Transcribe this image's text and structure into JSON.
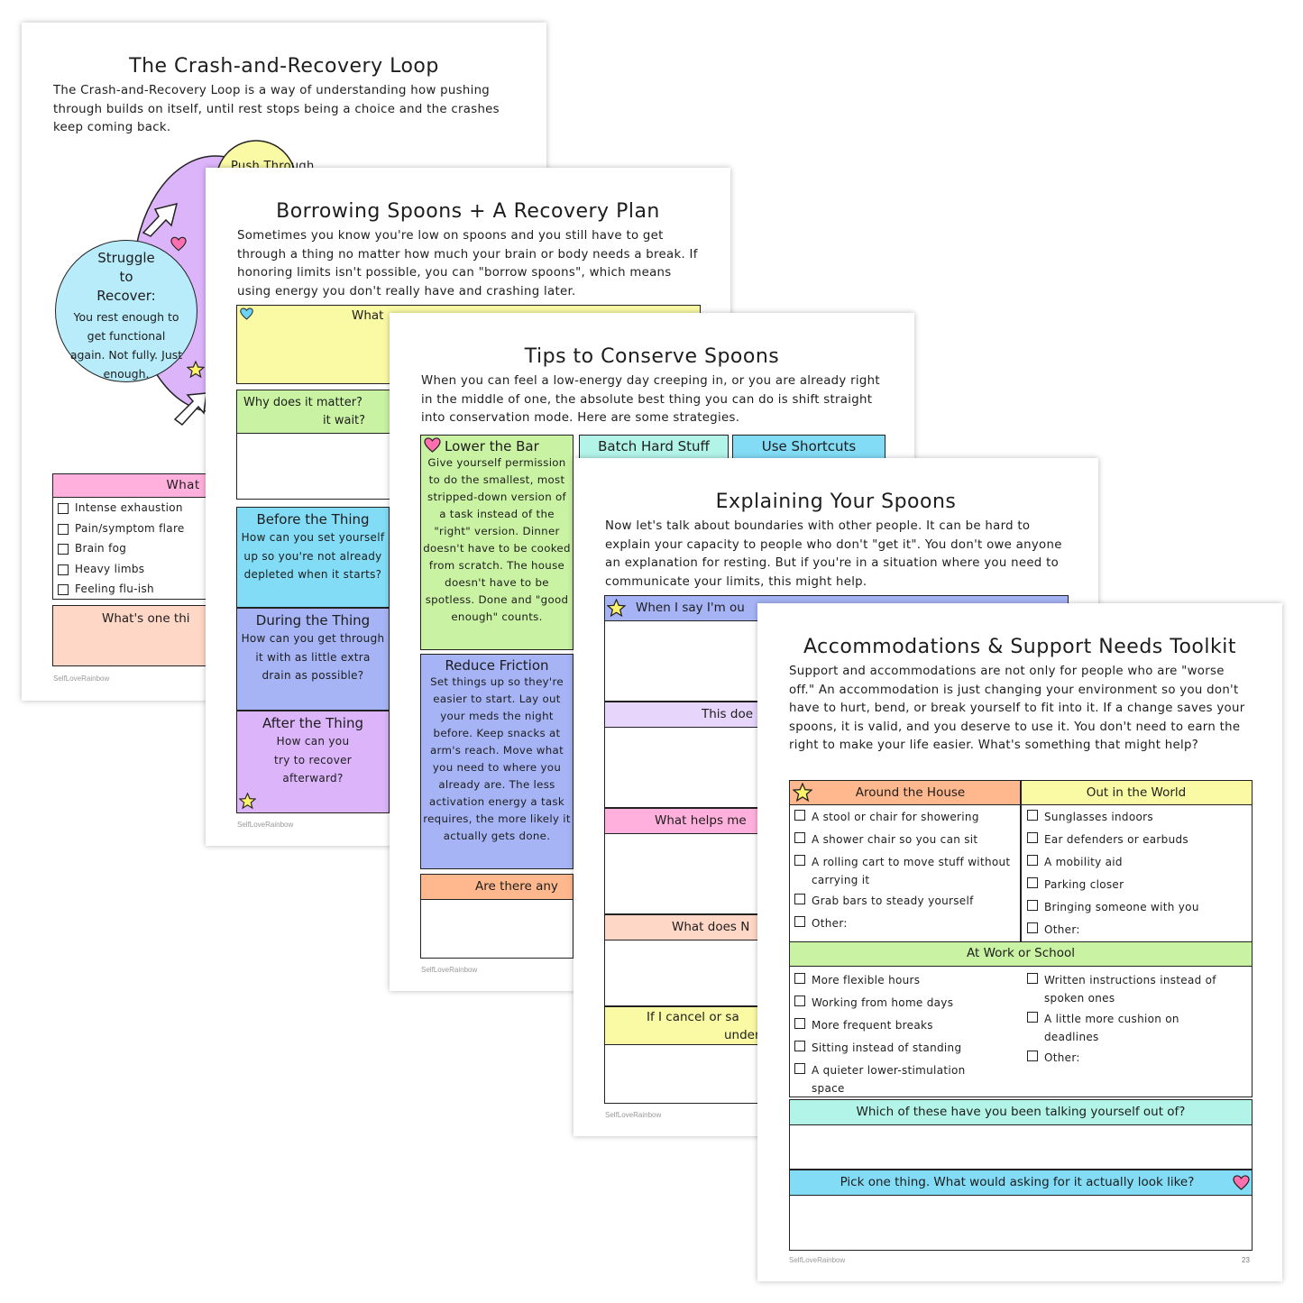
{
  "colors": {
    "pink": "#ffb0dc",
    "yellow": "#fafaa5",
    "green": "#c9f2a3",
    "blue": "#82dcf5",
    "indigo": "#a6b4f5",
    "purple": "#dcb4fa",
    "peach": "#ffd7c6",
    "orange": "#ffb88d",
    "cyan": "#b3f4e8",
    "lavender": "#e7d5fb"
  },
  "brand": "SelfLoveRainbow",
  "page1": {
    "title": "The Crash-and-Recovery Loop",
    "intro": "The Crash-and-Recovery Loop is a way of understanding how pushing through builds on itself, until rest stops being a choice and the crashes keep coming back.",
    "top_bubble": "Push Through",
    "struggle_title": "Struggle to Recover:",
    "struggle_text": "You rest enough to get functional again. Not fully. Just enough.",
    "box_header": "What",
    "symptoms": [
      "Intense exhaustion",
      "Pain/symptom flare",
      "Brain fog",
      "Heavy limbs",
      "Feeling flu-ish"
    ],
    "prompt": "What's one thi"
  },
  "page2": {
    "title": "Borrowing Spoons + A Recovery Plan",
    "intro": "Sometimes you know you're low on spoons and you still have to get through a thing no matter how much your brain or body needs a break. If honoring limits isn't possible, you can \"borrow spoons\", which means using energy you don't really have and crashing later.",
    "what_header": "What",
    "why_l1": "Why does it matter?",
    "why_l2": "it wait?",
    "before_title": "Before the Thing",
    "before_text": "How can you set yourself up so you're not already depleted when it starts?",
    "during_title": "During the Thing",
    "during_text": "How can you get through it with as little extra drain as possible?",
    "after_title": "After the Thing",
    "after_text": "How can you try to recover afterward?"
  },
  "page3": {
    "title": "Tips to Conserve Spoons",
    "intro": "When you can feel a low-energy day creeping in, or you are already right in the middle of one, the absolute best thing you can do is shift straight into conservation mode. Here are some strategies.",
    "lower_title": "Lower the Bar",
    "lower_text": "Give yourself permission to do the smallest, most stripped-down version of a task instead of the \"right\" version. Dinner doesn't have to be cooked from scratch. The house doesn't have to be spotless. Done and \"good enough\" counts.",
    "batch_title": "Batch Hard Stuff",
    "shortcuts_title": "Use Shortcuts",
    "friction_title": "Reduce Friction",
    "friction_text": "Set things up so they're easier to start. Lay out your meds the night before. Keep snacks at arm's reach. Move what you need to where you already are. The less activation energy a task requires, the more likely it actually gets done.",
    "question": "Are there any"
  },
  "page4": {
    "title": "Explaining Your Spoons",
    "intro": "Now let's talk about boundaries with other people. It can be hard to explain your capacity to people who don't \"get it\". You don't owe anyone an explanation for resting. But if you're in a situation where you need to communicate your limits, this might help.",
    "h1": "When I say I'm ou",
    "h2": "This doe",
    "h3": "What helps me",
    "h4": "What does N",
    "h5_l1": "If I cancel or sa",
    "h5_l2": "under"
  },
  "page5": {
    "title": "Accommodations & Support Needs Toolkit",
    "intro": "Support and accommodations are not only for people who are \"worse off.\" An accommodation is just changing your environment so you don't have to hurt, bend, or break yourself to fit into it. If a change saves your spoons, it is valid, and you deserve to use it. You don't need to earn the right to make your life easier. What's something that might help?",
    "house_header": "Around the House",
    "house_items": [
      "A stool or chair for showering",
      "A shower chair so you can sit",
      "A rolling cart to move stuff without carrying it",
      "Grab bars to steady yourself",
      "Other:"
    ],
    "world_header": "Out in the World",
    "world_items": [
      "Sunglasses indoors",
      "Ear defenders or earbuds",
      "A mobility aid",
      "Parking closer",
      "Bringing someone with you",
      "Other:"
    ],
    "work_header": "At Work or School",
    "work_left": [
      "More flexible hours",
      "Working from home days",
      "More frequent breaks",
      "Sitting instead of standing",
      "A quieter lower-stimulation space"
    ],
    "work_right": [
      "Written instructions instead of spoken ones",
      "A little more cushion on deadlines",
      "Other:"
    ],
    "q1": "Which of these have you been talking yourself out of?",
    "q2": "Pick one thing. What would asking for it actually look like?",
    "page_number": "23"
  }
}
